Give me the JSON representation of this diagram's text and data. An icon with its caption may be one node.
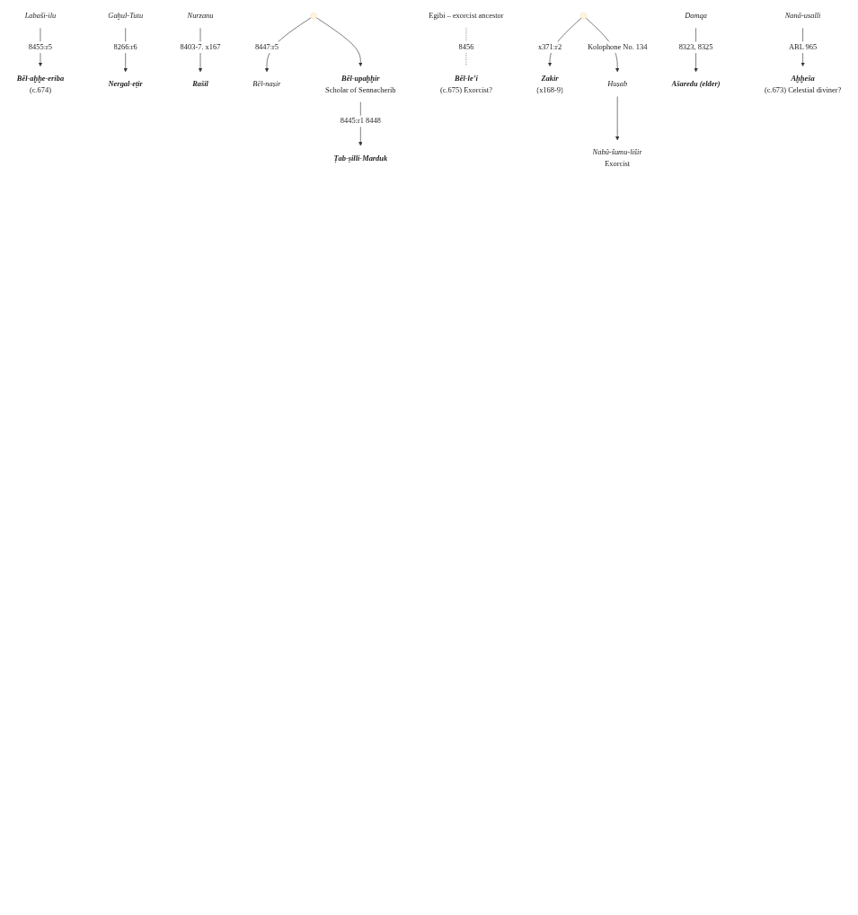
{
  "diagram": {
    "nodes": [
      {
        "text": [
          "Egibi – exorcist ancestor"
        ]
      },
      {
        "text": [
          "Labaši-ilu"
        ]
      },
      {
        "text": [
          "Gaḫul-Tutu"
        ]
      },
      {
        "text": [
          "Nurzanu"
        ]
      },
      {
        "text": [],
        "shape": "point"
      },
      {
        "text": [
          "Bēl-aḫḫe-eriba",
          "(c.674)"
        ]
      },
      {
        "text": [
          "Nergal-eṭir"
        ]
      },
      {
        "text": [
          "Rašil"
        ]
      },
      {
        "text": [
          "Bēl-naṣir"
        ]
      },
      {
        "text": [
          "Bēl-upaḫḫir",
          "Scholar of Sennacherib"
        ]
      },
      {
        "text": [
          "Bēl-le’i",
          "(c.675) Exorcist?"
        ]
      },
      {
        "text": [],
        "shape": "point"
      },
      {
        "text": [
          "Zakir",
          "(x168-9)"
        ]
      },
      {
        "text": [
          "Huṣab"
        ]
      },
      {
        "text": [
          "Ṭab-ṣilli-Marduk"
        ]
      },
      {
        "text": [
          "Nabû-šumu-lišir",
          "Exorcist"
        ]
      },
      {
        "text": [
          "Damqa"
        ]
      },
      {
        "text": [
          "Nanâ-usalli"
        ]
      },
      {
        "text": [
          "Ašaredu (elder)"
        ]
      },
      {
        "text": [
          "Aḫḫeša",
          "(c.673) Celestial diviner?"
        ]
      }
    ],
    "edges": [
      {
        "from": 0,
        "to": 10,
        "arrow": "none",
        "style": "dashed",
        "label": "8456"
      },
      {
        "from": 1,
        "to": 5,
        "arrow": "to",
        "label": "8455:r5"
      },
      {
        "from": 2,
        "to": 6,
        "arrow": "to",
        "label": "8266:r6"
      },
      {
        "from": 3,
        "to": 7,
        "arrow": "to",
        "label": "8403-7. x167"
      },
      {
        "from": 4,
        "to": 8,
        "arrow": "to",
        "label": "8447:r5"
      },
      {
        "from": 4,
        "to": 9,
        "arrow": "to"
      },
      {
        "from": 9,
        "to": 14,
        "arrow": "to",
        "label": "8445:r1 8448"
      },
      {
        "from": 11,
        "to": 12,
        "arrow": "to",
        "label": "x371:r2"
      },
      {
        "from": 11,
        "to": 13,
        "arrow": "to",
        "label": "Kolophone No. 134"
      },
      {
        "from": 13,
        "to": 15,
        "arrow": "to"
      },
      {
        "from": 16,
        "to": 18,
        "arrow": "to",
        "label": "8323, 8325"
      },
      {
        "from": 17,
        "to": 19,
        "arrow": "to",
        "label": "ABL 965"
      }
    ]
  }
}
